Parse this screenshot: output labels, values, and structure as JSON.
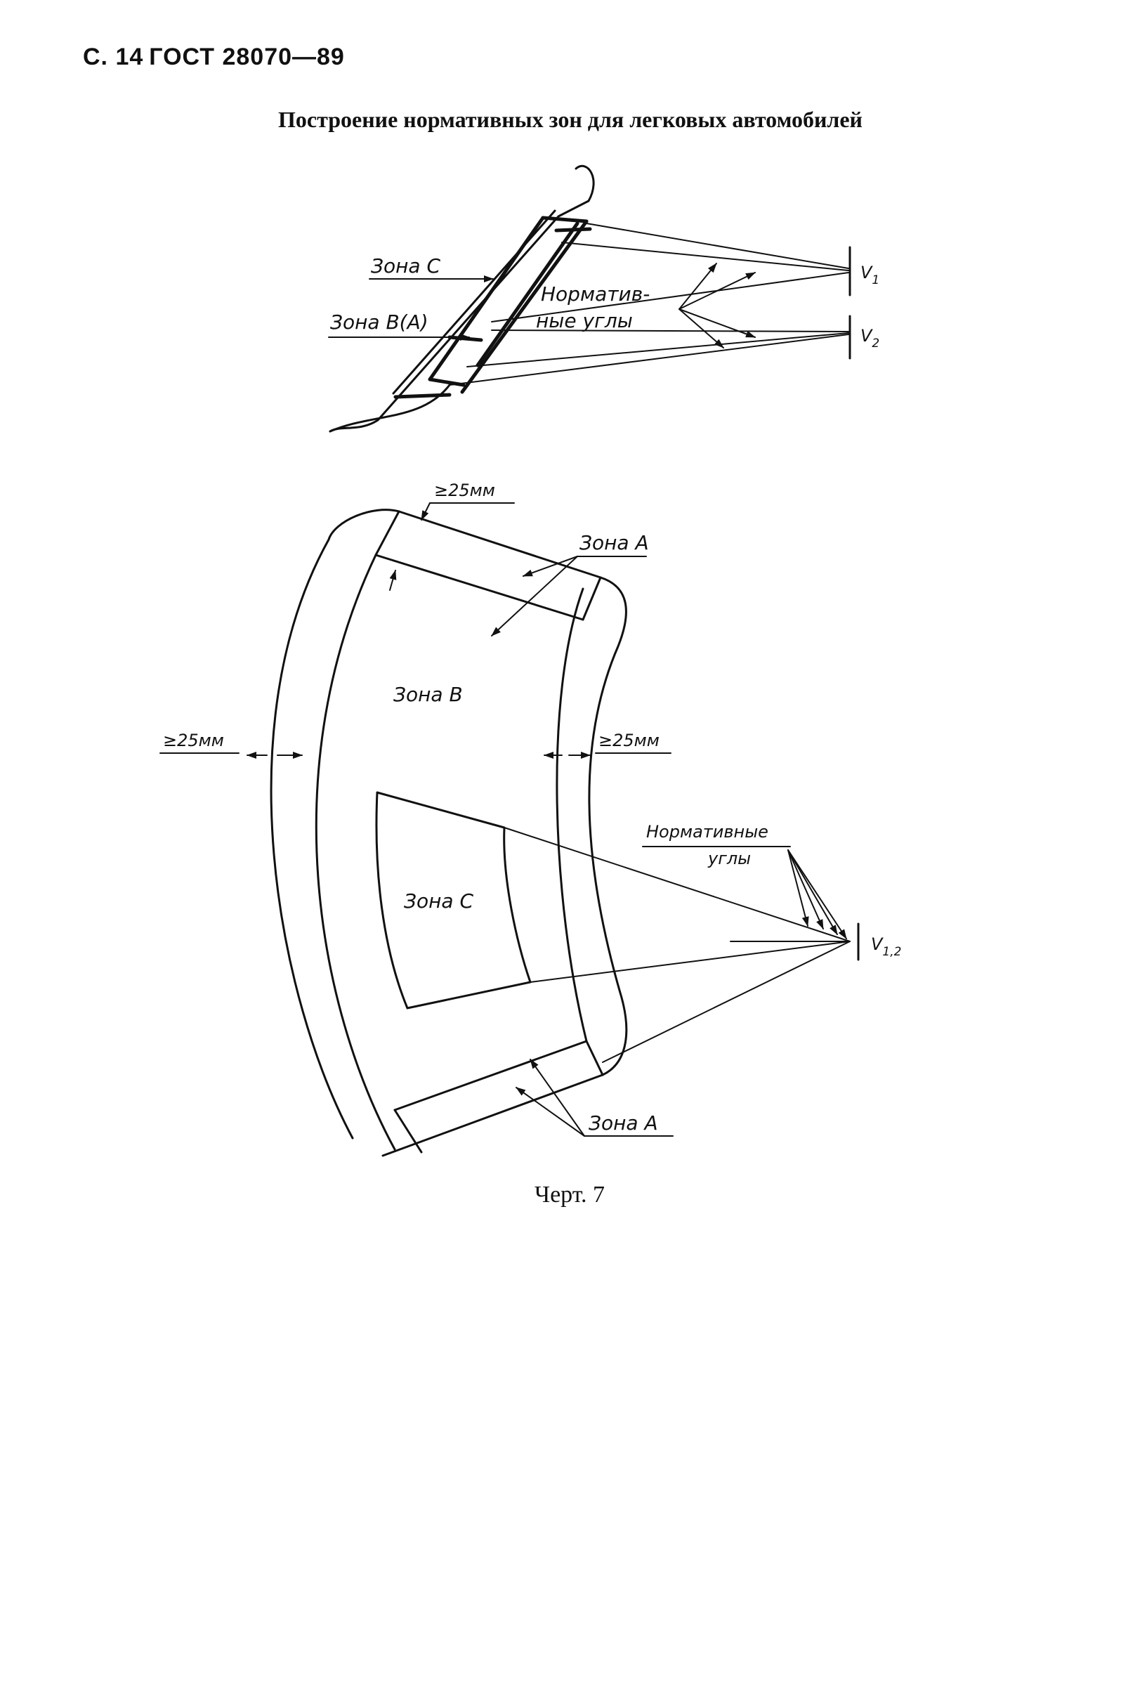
{
  "header": {
    "page": "С. 14",
    "standard": "ГОСТ 28070—89"
  },
  "figure": {
    "title": "Построение нормативных зон для легковых автомобилей",
    "caption": "Черт. 7"
  },
  "top_view": {
    "zone_c": "Зона С",
    "zone_ba": "Зона В(А)",
    "angles_line1": "Норматив-",
    "angles_line2": "ные углы",
    "v1_main": "V",
    "v1_sub": "1",
    "v2_main": "V",
    "v2_sub": "2"
  },
  "front_view": {
    "dim_top": "≥25мм",
    "dim_left": "≥25мм",
    "dim_right": "≥25мм",
    "zone_a_top": "Зона А",
    "zone_b": "Зона В",
    "zone_c": "Зона С",
    "zone_a_bottom": "Зона А",
    "angles_line1": "Нормативные",
    "angles_line2": "углы",
    "v12_main": "V",
    "v12_sub": "1,2"
  },
  "colors": {
    "ink": "#111111",
    "paper": "#ffffff"
  }
}
